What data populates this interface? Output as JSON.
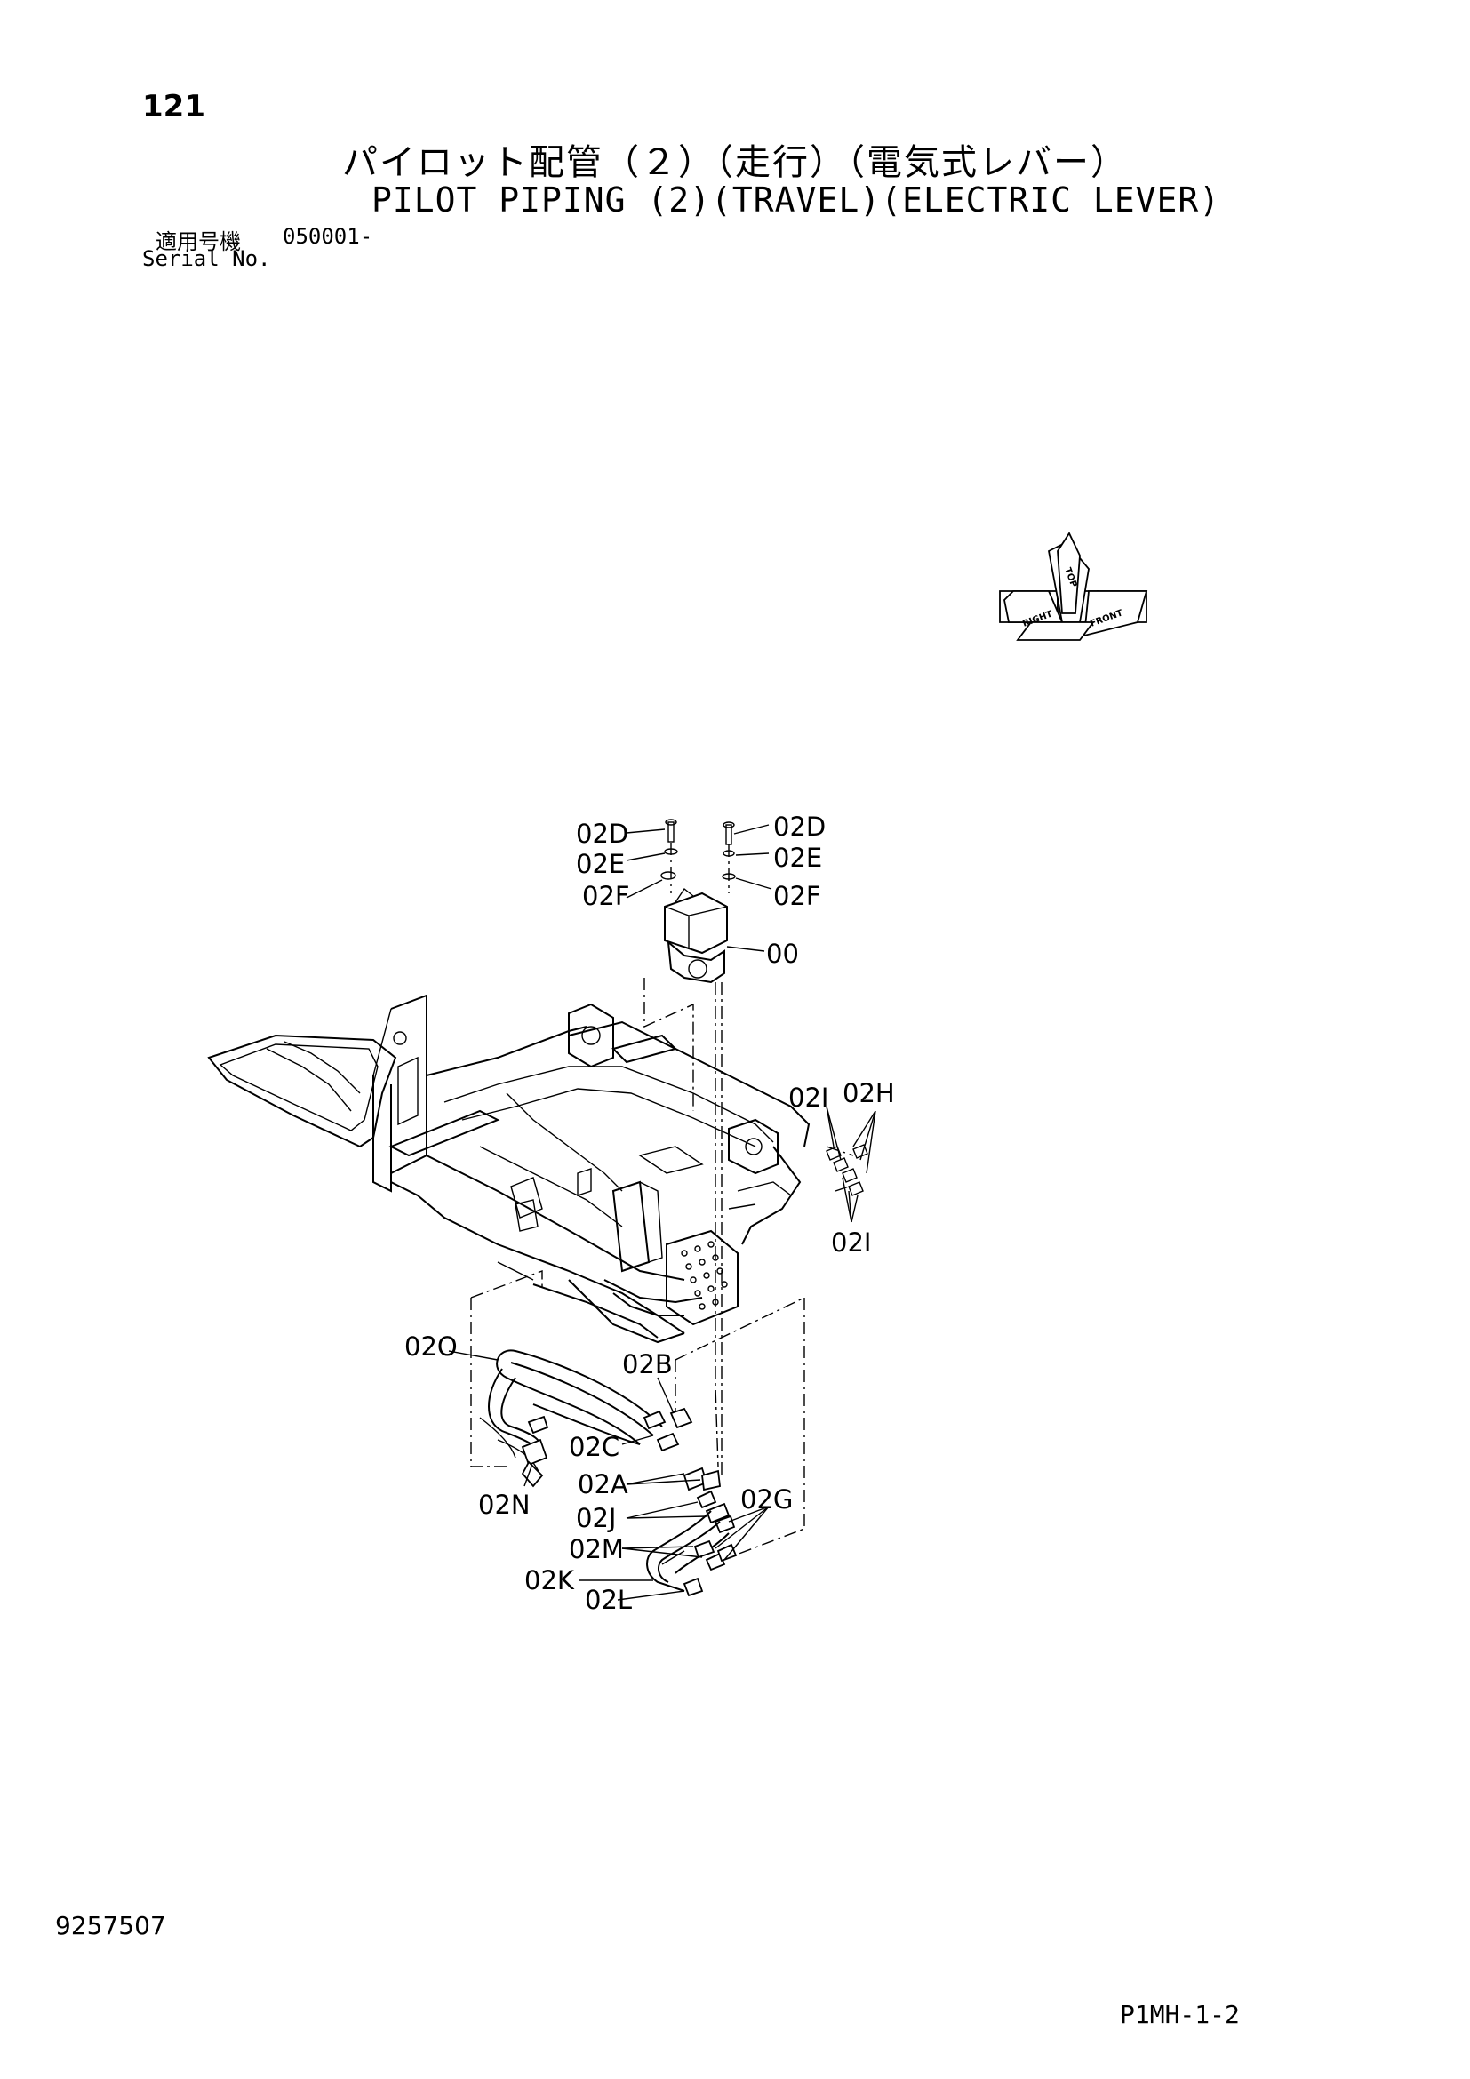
{
  "header": {
    "page_number": "121",
    "title_jp": "パイロット配管（２）（走行）（電気式レバー）",
    "title_en": "PILOT PIPING (2)(TRAVEL)(ELECTRIC LEVER)",
    "serial_label_jp": "適用号機",
    "serial_value": "050001-",
    "serial_label_en": "Serial No."
  },
  "direction_indicator": {
    "top": "TOP",
    "right": "RIGHT",
    "front": "FRONT"
  },
  "callouts": {
    "d_left": "02D",
    "e_left": "02E",
    "f_left": "02F",
    "d_right": "02D",
    "e_right": "02E",
    "f_right": "02F",
    "valve": "00",
    "i_top": "02I",
    "h": "02H",
    "i_bottom": "02I",
    "o": "02O",
    "b": "02B",
    "c": "02C",
    "n": "02N",
    "a": "02A",
    "j": "02J",
    "g": "02G",
    "m": "02M",
    "k": "02K",
    "l": "02L"
  },
  "footer": {
    "doc_number": "9257507",
    "page_code": "P1MH-1-2"
  }
}
